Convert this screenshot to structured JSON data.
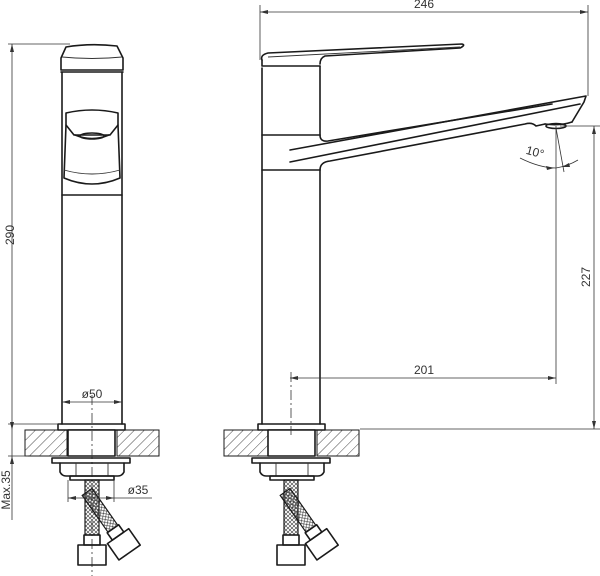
{
  "drawing": {
    "title": "Kitchen basin mixer tap - technical drawing",
    "views": [
      "front-view",
      "side-view"
    ],
    "line_color": "#1a1a1a",
    "background": "#ffffff"
  },
  "dimensions": {
    "total_height": "290",
    "body_diameter": "ø50",
    "hose_diameter": "ø35",
    "max_deck_thickness": "Max.35",
    "total_length": "246",
    "spout_reach": "201",
    "spout_height": "227",
    "spout_angle": "10°"
  }
}
